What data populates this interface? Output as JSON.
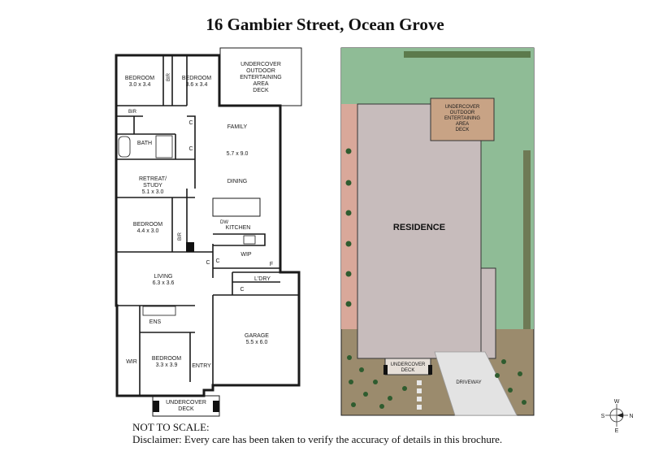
{
  "title": "16 Gambier Street, Ocean Grove",
  "floorplan": {
    "rooms": {
      "bedroom1": {
        "name": "BEDROOM",
        "size": "3.0 x 3.4"
      },
      "bedroom2": {
        "name": "BEDROOM",
        "size": "3.6 x 3.4"
      },
      "bir_top": "BIR",
      "bir_left": "BIR",
      "bath": "BATH",
      "retreat": {
        "name1": "RETREAT/",
        "name2": "STUDY",
        "size": "5.1 x 3.0"
      },
      "bedroom3": {
        "name": "BEDROOM",
        "size": "4.4 x 3.0"
      },
      "bir_mid": "BIR",
      "living": {
        "name": "LIVING",
        "size": "6.3 x 3.6"
      },
      "ens": "ENS",
      "wir": "WIR",
      "bedroom4": {
        "name": "BEDROOM",
        "size": "3.3 x 3.9"
      },
      "entry": "ENTRY",
      "deck_front": {
        "line1": "UNDERCOVER",
        "line2": "DECK"
      },
      "outdoor": {
        "line1": "UNDERCOVER",
        "line2": "OUTDOOR",
        "line3": "ENTERTAINING",
        "line4": "AREA",
        "line5": "DECK"
      },
      "family": {
        "name": "FAMILY",
        "size": "5.7 x 9.0"
      },
      "dining": "DINING",
      "kitchen": "KITCHEN",
      "dw": "DW",
      "wip": "WIP",
      "fridge": "F",
      "laundry": "L'DRY",
      "garage": {
        "name": "GARAGE",
        "size": "5.5 x 6.0"
      },
      "cupboard": "C"
    }
  },
  "siteplan": {
    "residence": "RESIDENCE",
    "outdoor": {
      "line1": "UNDERCOVER",
      "line2": "OUTDOOR",
      "line3": "ENTERTAINING",
      "line4": "AREA",
      "line5": "DECK"
    },
    "deck": {
      "line1": "UNDERCOVER",
      "line2": "DECK"
    },
    "driveway": "DRIVEWAY"
  },
  "compass": {
    "w": "W",
    "s": "S",
    "n": "N",
    "e": "E"
  },
  "notes": {
    "scale": "NOT TO SCALE:",
    "disclaimer": "Disclaimer: Every care has been taken to verify the accuracy of details in this brochure."
  },
  "colors": {
    "lawn": "#8fbc96",
    "residence": "#c7bcbc",
    "outdoor": "#c8a385",
    "paving": "#d9a89a",
    "garden": "#9b8b6d",
    "driveway": "#e3e3e3",
    "plants": "#2f5c2f"
  }
}
